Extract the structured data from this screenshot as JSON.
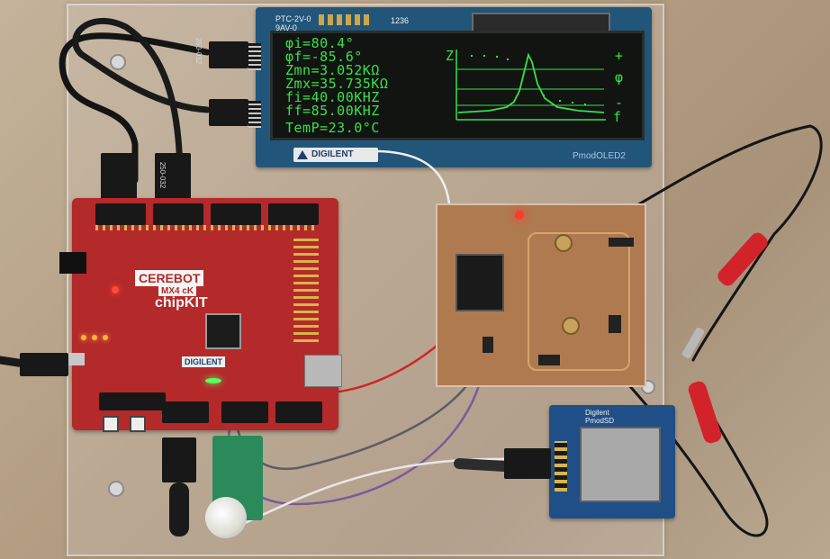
{
  "oled": {
    "lines": [
      "φi=80.4°",
      "φf=-85.6°",
      "Zmn=3.052KΩ",
      "Zmx=35.735KΩ",
      "fi=40.00KHZ",
      "ff=85.00KHZ"
    ],
    "temp": "TemP=23.0°C",
    "graph_label_z": "Z",
    "graph_label_plus": "+",
    "graph_label_phi": "φ",
    "graph_label_minus": "-",
    "graph_label_f": "f",
    "board_model": "PmodOLED2",
    "board_brand": "DIGILENT",
    "silk_top_left": "PTC-2V-0",
    "silk_top_left2": "9AV-0",
    "silk_code": "1236"
  },
  "cables": {
    "label_1": "250-032",
    "label_2": "250-032"
  },
  "cerebot": {
    "brand_line1": "CEREBOT",
    "brand_line2": "MX4 cK",
    "brand_line3": "chipKIT",
    "maker": "DIGILENT"
  },
  "sd": {
    "brand": "Digilent",
    "model": "PmodSD"
  },
  "colors": {
    "oled_text": "#3ae04a",
    "cerebot_pcb": "#b4292a",
    "pmod_pcb": "#22557a",
    "probe_red": "#d2232a",
    "wire_purple": "#7b5a9a"
  }
}
